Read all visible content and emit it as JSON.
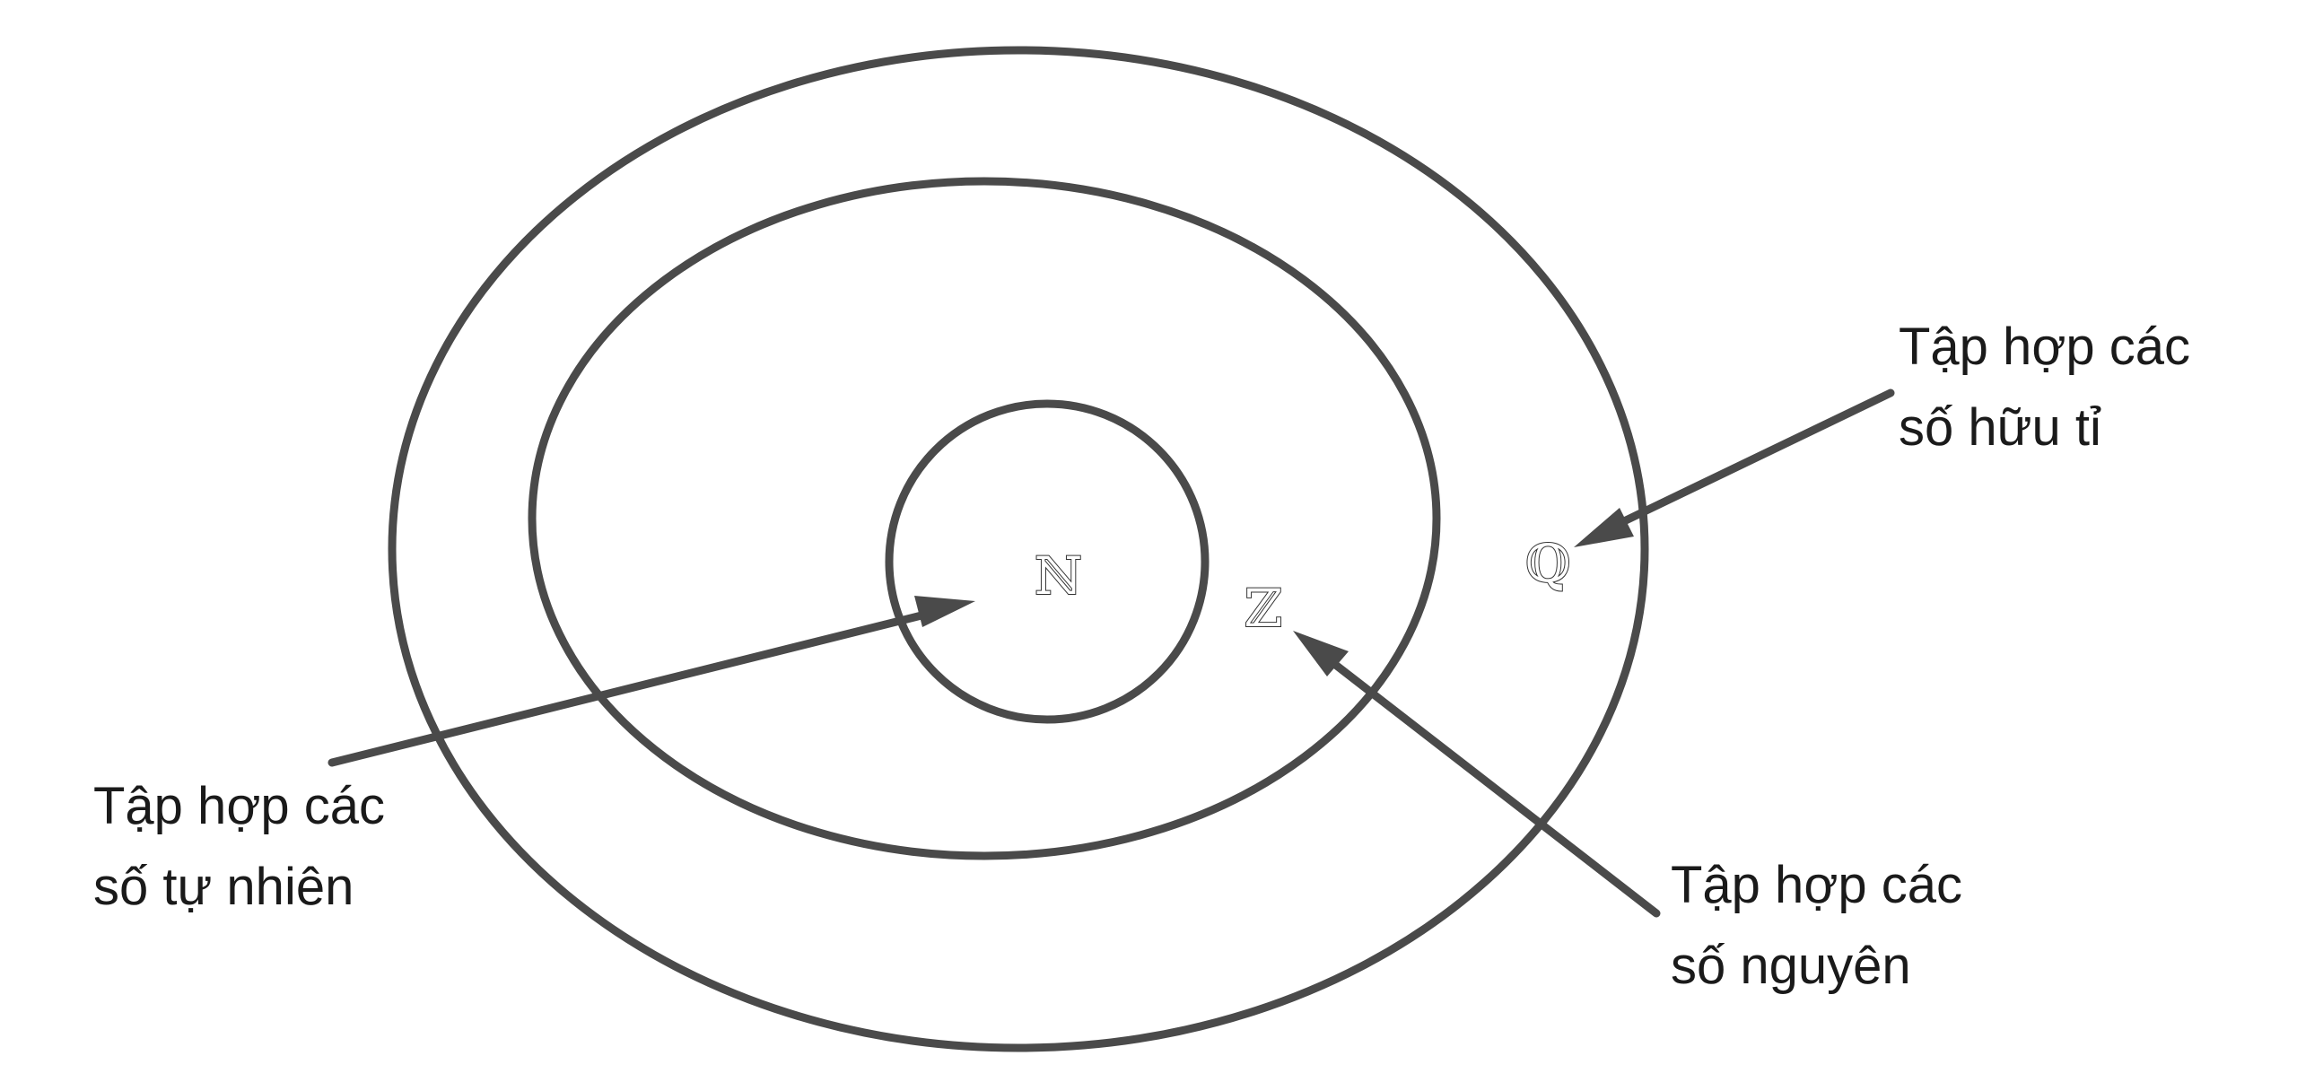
{
  "diagram": {
    "sets": {
      "natural": {
        "symbol": "ℕ",
        "caption_line1": "Tập hợp các",
        "caption_line2": "số tự nhiên"
      },
      "integer": {
        "symbol": "ℤ",
        "caption_line1": "Tập hợp các",
        "caption_line2": "số nguyên"
      },
      "rational": {
        "symbol": "ℚ",
        "caption_line1": "Tập hợp các",
        "caption_line2": "số hữu tỉ"
      }
    },
    "colors": {
      "stroke": "#4a4a4a",
      "text": "#1a1a1a",
      "background": "#ffffff"
    }
  }
}
